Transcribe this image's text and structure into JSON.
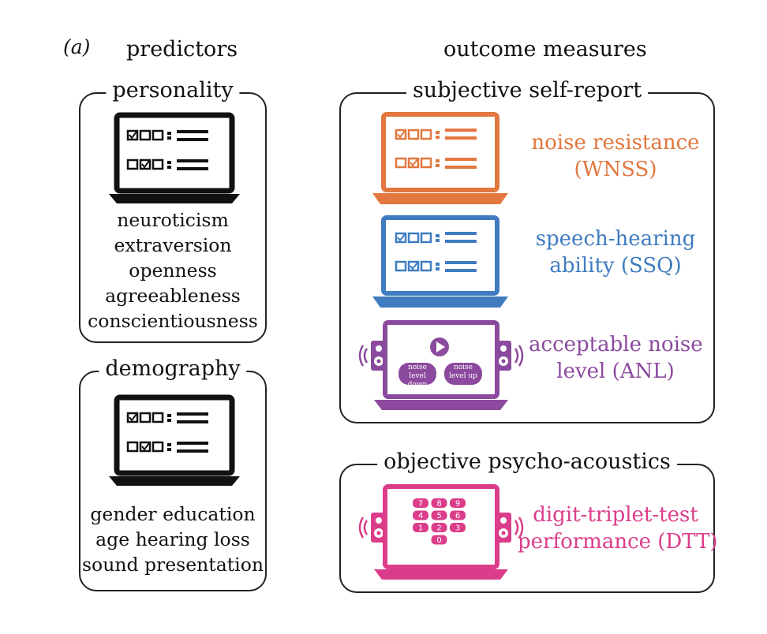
{
  "panel_label": "(a)",
  "headers": {
    "predictors": "predictors",
    "outcomes": "outcome measures"
  },
  "predictors": {
    "personality": {
      "title": "personality",
      "items": [
        "neuroticism",
        "extraversion",
        "openness",
        "agreeableness",
        "conscientiousness"
      ]
    },
    "demography": {
      "title": "demography",
      "items": [
        "gender education",
        "age hearing loss",
        "sound presentation"
      ]
    }
  },
  "outcomes": {
    "subjective": {
      "title": "subjective self-report",
      "measures": [
        {
          "lines": [
            "noise resistance",
            "(WNSS)"
          ],
          "color": "#e2773f"
        },
        {
          "lines": [
            "speech-hearing",
            "ability (SSQ)"
          ],
          "color": "#3f7cc0"
        },
        {
          "lines": [
            "acceptable noise",
            "level (ANL)"
          ],
          "color": "#8b4a9e"
        }
      ],
      "anl_buttons": [
        "noise level down",
        "noise level up"
      ],
      "anl_buttons_lines": [
        [
          "noise",
          "level down"
        ],
        [
          "noise",
          "level up"
        ]
      ]
    },
    "objective": {
      "title": "objective psycho-acoustics",
      "measures": [
        {
          "lines": [
            "digit-triplet-test",
            "performance (DTT)"
          ],
          "color": "#db3d8a"
        }
      ],
      "keypad": [
        "7",
        "8",
        "9",
        "4",
        "5",
        "6",
        "1",
        "2",
        "3",
        "0"
      ]
    }
  },
  "colors": {
    "ink": "#111111",
    "wnss": "#e2773f",
    "ssq": "#3f7cc0",
    "anl": "#8b4a9e",
    "dtt": "#db3d8a"
  }
}
